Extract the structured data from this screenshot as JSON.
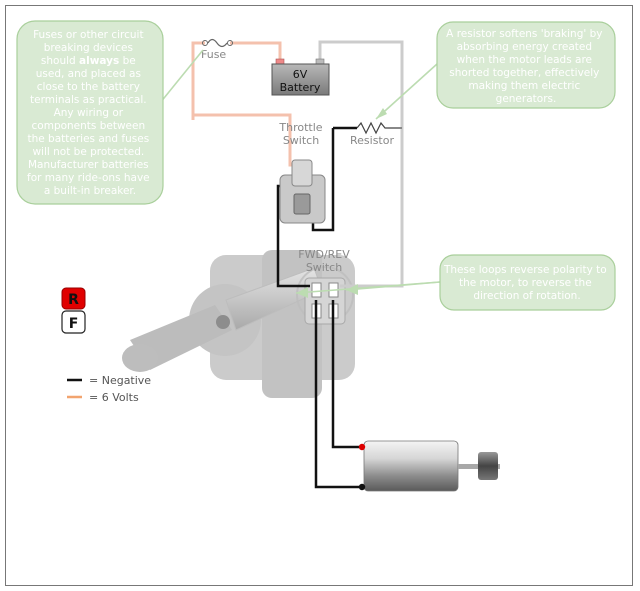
{
  "callouts": {
    "fuse_note": {
      "lines": [
        "Fuses or other circuit",
        "breaking devices",
        "",
        "used, and placed as",
        "close to the battery",
        "terminals as practical.",
        "Any wiring or",
        "components between",
        "the batteries and fuses",
        "will not be protected.",
        "Manufacturer batteries",
        "for many ride-ons have",
        "a built-in breaker."
      ],
      "line3_prefix": "should ",
      "line3_bold": "always",
      "line3_suffix": " be"
    },
    "resistor_note": {
      "lines": [
        "A resistor softens 'braking' by",
        "absorbing energy created",
        "when the motor leads are",
        "shorted together, effectively",
        "making them electric",
        "generators."
      ]
    },
    "loops_note": {
      "lines": [
        "These loops reverse polarity to",
        "the motor, to reverse the",
        "direction of rotation."
      ]
    }
  },
  "labels": {
    "fuse": "Fuse",
    "battery_line1": "6V",
    "battery_line2": "Battery",
    "throttle_line1": "Throttle",
    "throttle_line2": "Switch",
    "resistor": "Resistor",
    "fwdrev_line1": "FWD/REV",
    "fwdrev_line2": "Switch"
  },
  "keys": {
    "reverse": "R",
    "forward": "F"
  },
  "legend": {
    "negative": "= Negative",
    "volts": "= 6 Volts"
  },
  "colors": {
    "callout_fill": "#d9ead3",
    "callout_stroke": "#a9cf9b",
    "wire_negative": "#111111",
    "wire_positive": "#f2a98a",
    "wire_gray": "#c8c8c8",
    "reverse_key": "#e00000",
    "shifter_gray": "#c8c8c8"
  }
}
